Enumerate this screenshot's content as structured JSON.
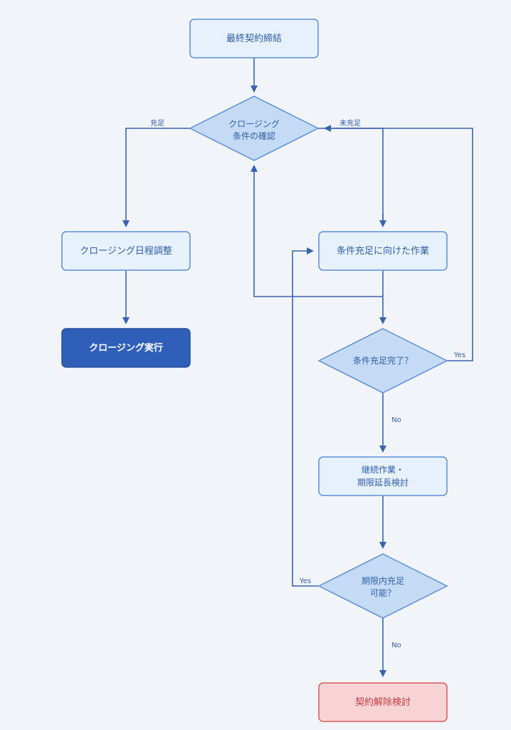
{
  "nodes": {
    "final_contract": "最終契約締結",
    "closing_check_line1": "クロージング",
    "closing_check_line2": "条件の確認",
    "schedule_adjust": "クロージング日程調整",
    "closing_execute": "クロージング実行",
    "work_toward": "条件充足に向けた作業",
    "conditions_complete": "条件充足完了？",
    "continue_line1": "継続作業・",
    "continue_line2": "期限延長検討",
    "within_deadline_line1": "期限内充足",
    "within_deadline_line2": "可能？",
    "termination": "契約解除検討"
  },
  "edge_labels": {
    "satisfied": "充足",
    "unsatisfied": "未充足",
    "yes_complete": "Yes",
    "no_complete": "No",
    "yes_deadline": "Yes",
    "no_deadline": "No"
  },
  "colors": {
    "background": "#f1f4f9",
    "node_fill": "#e6f1fc",
    "decision_fill": "#c4daf5",
    "border": "#5b8fd6",
    "edge": "#3a63ad",
    "terminal_fill": "#2f5fb8",
    "alert_fill": "#f8d3d6",
    "alert_border": "#d65a5a"
  }
}
